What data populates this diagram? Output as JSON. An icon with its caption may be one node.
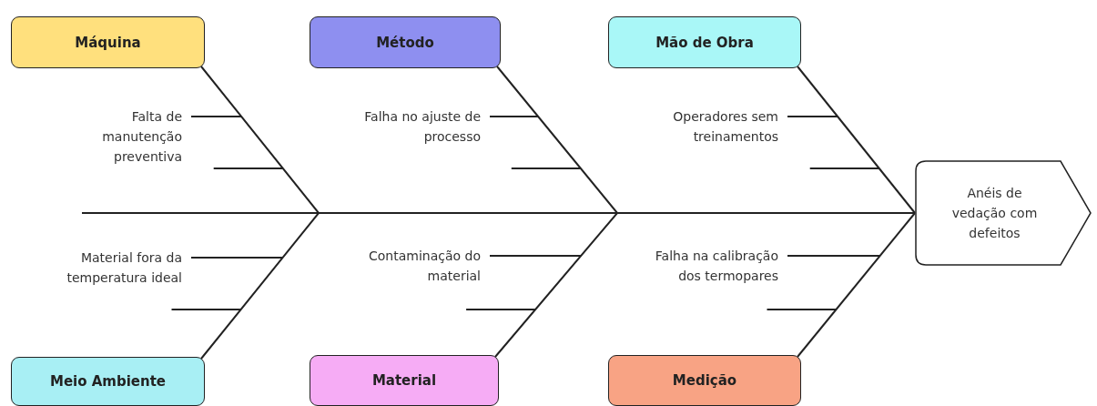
{
  "diagram": {
    "nodes": [
      {
        "text": [
          "Máquina"
        ]
      },
      {
        "text": [
          "Método"
        ]
      },
      {
        "text": [
          "Mão de Obra"
        ]
      },
      {
        "text": [
          "Falta de manutenção preventiva"
        ]
      },
      {
        "text": [
          "Falha no ajuste de processo"
        ]
      },
      {
        "text": [
          "Operadores sem treinamentos"
        ]
      },
      {
        "text": [
          "Anéis de vedação com defeitos"
        ]
      },
      {
        "text": [
          "Material fora da temperatura ideal"
        ]
      },
      {
        "text": [
          "Contaminação do material"
        ]
      },
      {
        "text": [
          "Falha na calibração dos termopares"
        ]
      },
      {
        "text": [
          "Meio Ambiente"
        ]
      },
      {
        "text": [
          "Material"
        ]
      },
      {
        "text": [
          "Medição"
        ]
      }
    ],
    "edges": [
      {
        "from": null,
        "to": 6,
        "arrow": "none"
      },
      {
        "from": 0,
        "to": 6,
        "arrow": "none"
      },
      {
        "from": 1,
        "to": 6,
        "arrow": "none"
      },
      {
        "from": 2,
        "to": 6,
        "arrow": "none"
      },
      {
        "from": 10,
        "to": 6,
        "arrow": "none"
      },
      {
        "from": 11,
        "to": 6,
        "arrow": "none"
      },
      {
        "from": 12,
        "to": 6,
        "arrow": "none"
      },
      {
        "from": 3,
        "to": null,
        "arrow": "none"
      },
      {
        "from": 4,
        "to": null,
        "arrow": "none"
      },
      {
        "from": 5,
        "to": null,
        "arrow": "none"
      },
      {
        "from": 7,
        "to": null,
        "arrow": "none"
      },
      {
        "from": 8,
        "to": null,
        "arrow": "none"
      },
      {
        "from": 9,
        "to": null,
        "arrow": "none"
      }
    ]
  }
}
